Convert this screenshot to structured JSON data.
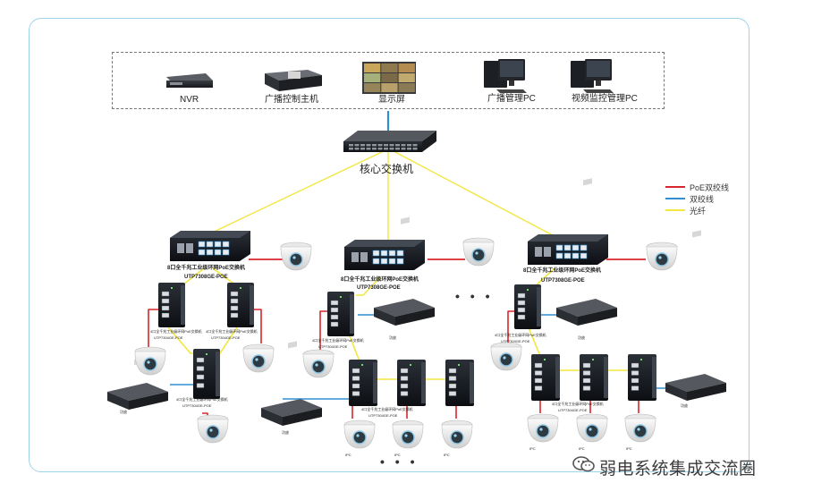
{
  "top_devices": [
    {
      "key": "nvr",
      "label": "NVR"
    },
    {
      "key": "broadcast-host",
      "label": "广播控制主机"
    },
    {
      "key": "display",
      "label": "显示屏"
    },
    {
      "key": "broadcast-pc",
      "label": "广播管理PC"
    },
    {
      "key": "video-pc",
      "label": "视频监控管理PC"
    }
  ],
  "core_switch": {
    "label": "核心交换机"
  },
  "ring_switch": {
    "name": "8口全千兆工业级环网PoE交换机",
    "model": "UTP7308GE-POE"
  },
  "access_switch": {
    "name": "4口全千兆工业级环网PoE交换机",
    "model": "UTP7304GE-POE"
  },
  "amplifier_label": "功放",
  "ipc_label": "IPC",
  "ellipsis": "• • •",
  "legend": [
    {
      "label": "PoE双绞线",
      "color": "#d9262c"
    },
    {
      "label": "双绞线",
      "color": "#2f8fd0"
    },
    {
      "label": "光纤",
      "color": "#f2e640"
    }
  ],
  "watermark": {
    "text": "弱电系统集成交流圈"
  }
}
